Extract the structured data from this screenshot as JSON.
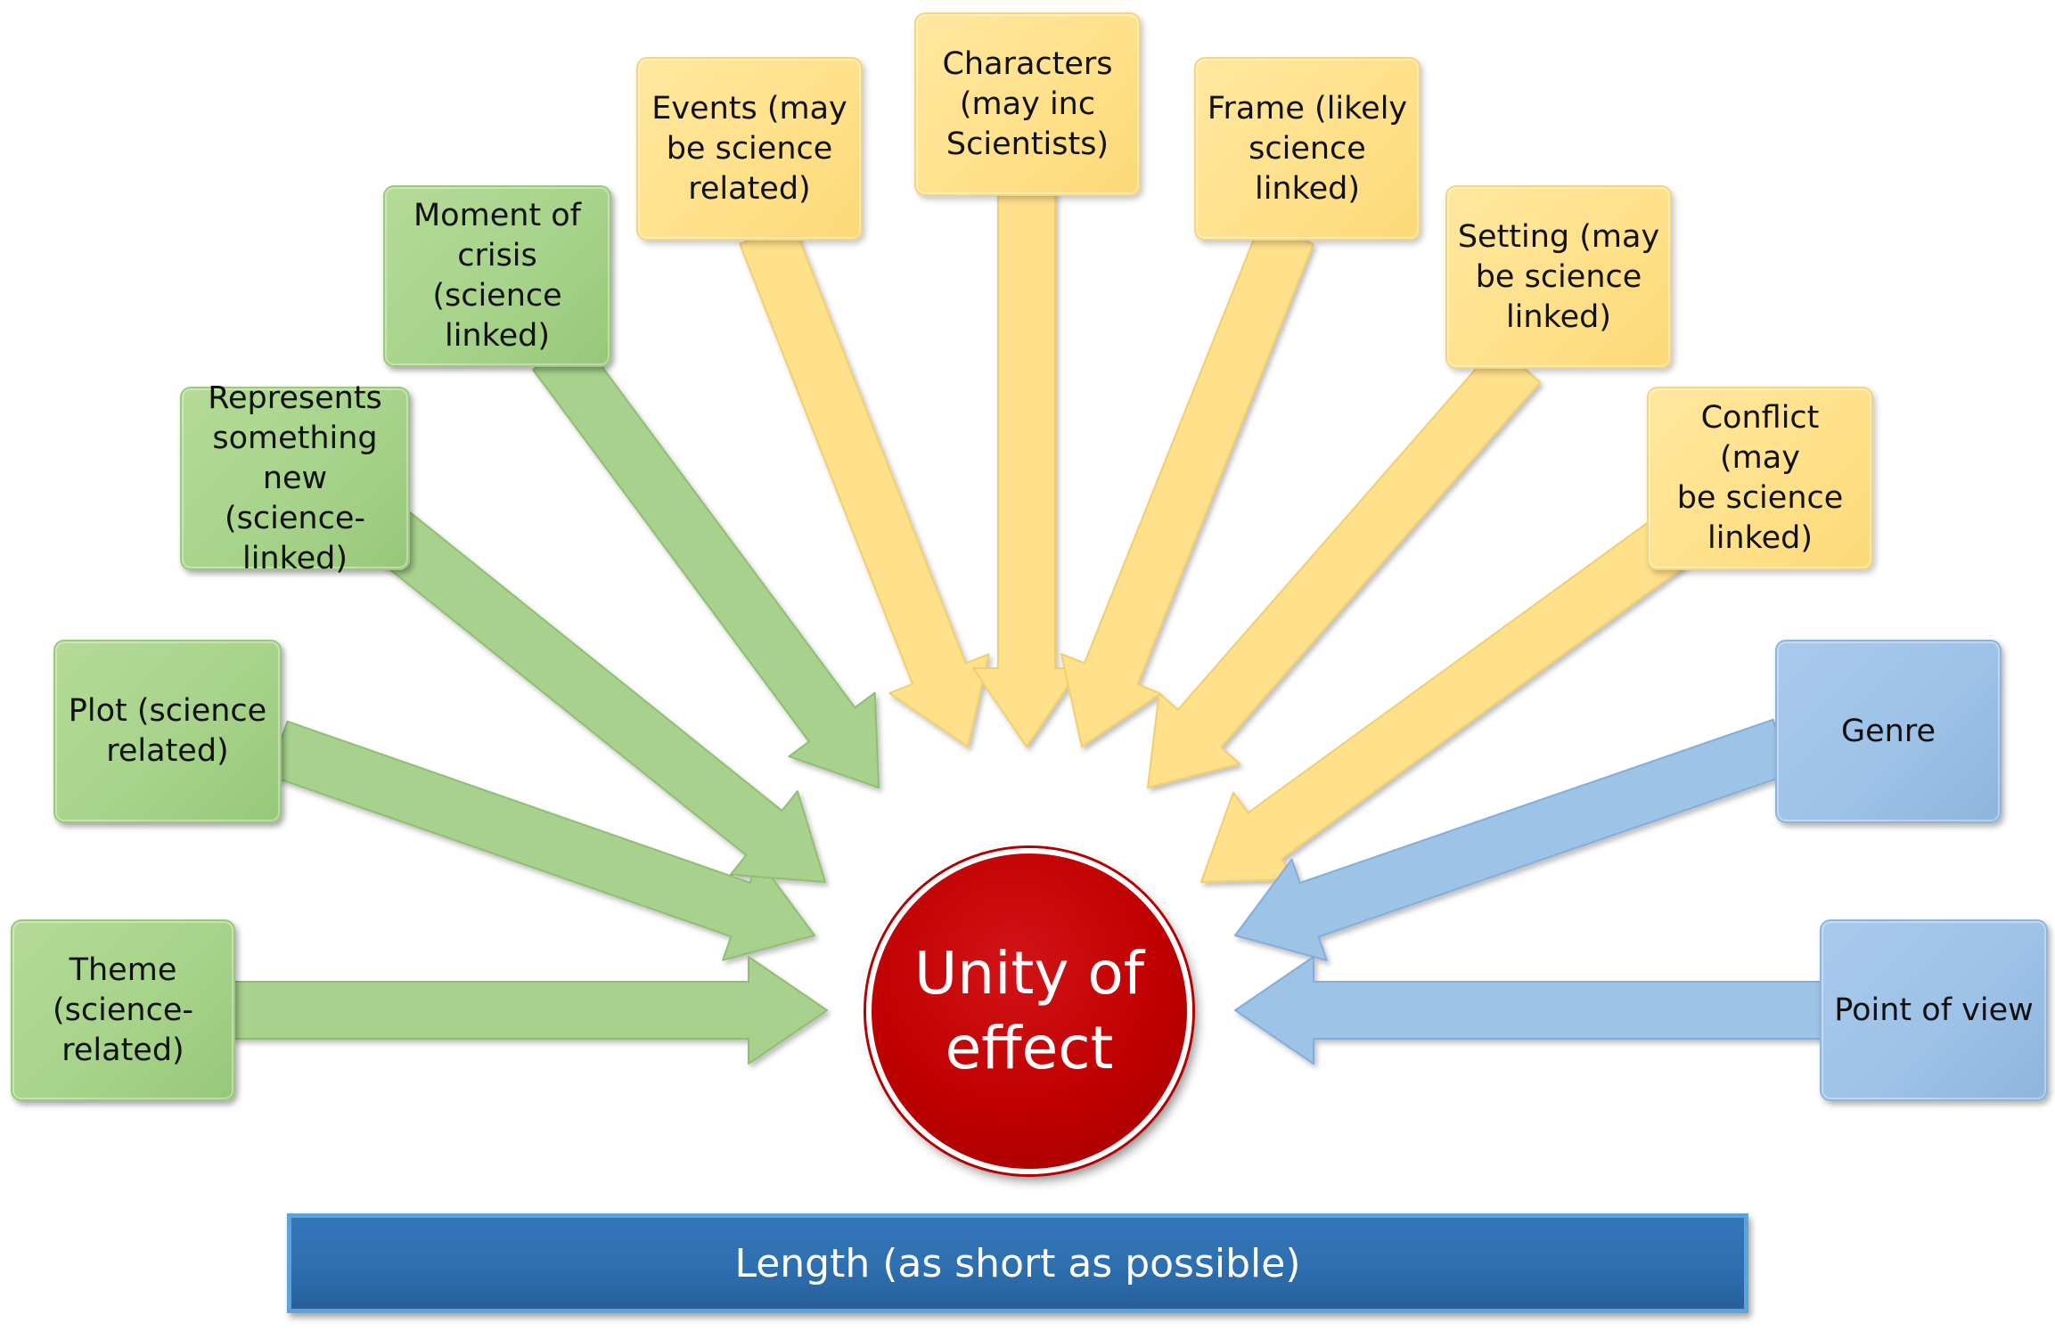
{
  "diagram": {
    "center": {
      "label": "Unity of effect",
      "color": "#c00000"
    },
    "footer": {
      "label": "Length (as short as possible)",
      "color": "#2e6fb0"
    },
    "palette": {
      "green": "#a9d18e",
      "yellow": "#ffe08b",
      "blue": "#9dc3e6"
    },
    "nodes": [
      {
        "id": "theme",
        "lines": [
          "Theme",
          "(science-",
          "related)"
        ],
        "group": "green"
      },
      {
        "id": "plot",
        "lines": [
          "Plot (science",
          "related)"
        ],
        "group": "green"
      },
      {
        "id": "represents",
        "lines": [
          "Represents",
          "something",
          "new (science-",
          "linked)"
        ],
        "group": "green"
      },
      {
        "id": "moment",
        "lines": [
          "Moment of",
          "crisis (science",
          "linked)"
        ],
        "group": "green"
      },
      {
        "id": "events",
        "lines": [
          "Events (may",
          "be science",
          "related)"
        ],
        "group": "yellow"
      },
      {
        "id": "characters",
        "lines": [
          "Characters",
          "(may inc",
          "Scientists)"
        ],
        "group": "yellow"
      },
      {
        "id": "frame",
        "lines": [
          "Frame (likely",
          "science",
          "linked)"
        ],
        "group": "yellow"
      },
      {
        "id": "setting",
        "lines": [
          "Setting (may",
          "be science",
          "linked)"
        ],
        "group": "yellow"
      },
      {
        "id": "conflict",
        "lines": [
          "Conflict (may",
          "be science",
          "linked)"
        ],
        "group": "yellow"
      },
      {
        "id": "genre",
        "lines": [
          "Genre"
        ],
        "group": "blue"
      },
      {
        "id": "point-of-view",
        "lines": [
          "Point of view"
        ],
        "group": "blue"
      }
    ]
  }
}
